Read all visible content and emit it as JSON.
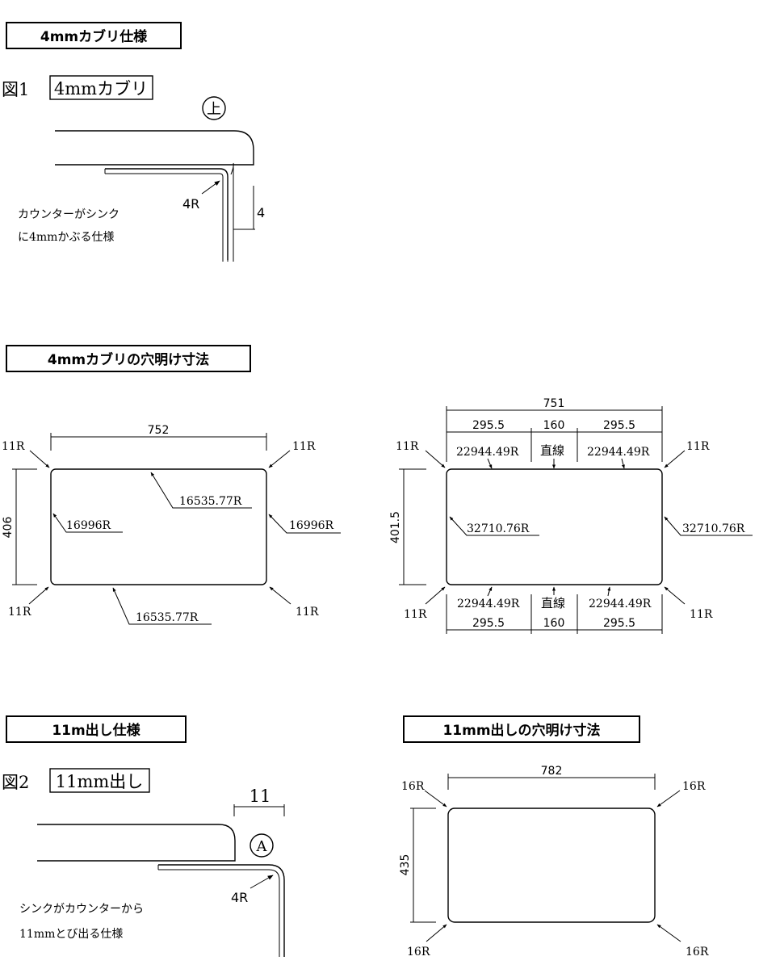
{
  "sections": {
    "spec4": {
      "title": "4mmカブリ仕様"
    },
    "holes4": {
      "title": "4mmカブリの穴明け寸法"
    },
    "spec11": {
      "title": "11m出し仕様"
    },
    "holes11": {
      "title": "11mm出しの穴明け寸法"
    }
  },
  "fig1": {
    "prefix": "図1",
    "boxed": "4mmカブリ",
    "marker": "上",
    "bend_label": "4R",
    "dim_label": "4",
    "note_line1": "カウンターがシンク",
    "note_line2": "に4mmかぶる仕様"
  },
  "fig2": {
    "prefix": "図2",
    "boxed": "11mm出し",
    "marker": "A",
    "bend_label": "4R",
    "dim_label": "11",
    "note_line1": "シンクがカウンターから",
    "note_line2": "11mmとび出る仕様"
  },
  "cutout_a": {
    "width": "752",
    "height": "406",
    "corner": "11R",
    "top_arc": "16535.77R",
    "bottom_arc": "16535.77R",
    "left_arc": "16996R",
    "right_arc": "16996R"
  },
  "cutout_b": {
    "width": "751",
    "seg_left": "295.5",
    "seg_mid": "160",
    "seg_right": "295.5",
    "height": "401.5",
    "corner": "11R",
    "arc_h": "22944.49R",
    "straight": "直線",
    "arc_v": "32710.76R"
  },
  "cutout_c": {
    "width": "782",
    "height": "435",
    "corner": "16R"
  }
}
